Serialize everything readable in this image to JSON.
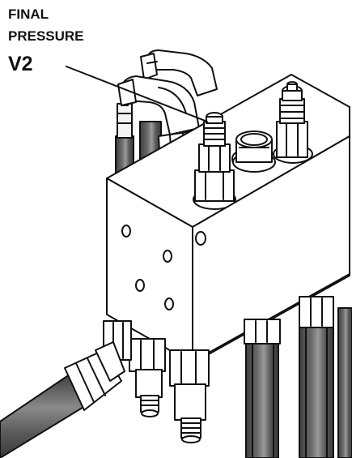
{
  "callout": {
    "heading_line1": "FINAL",
    "heading_line2": "PRESSURE",
    "valve_id": "V2"
  },
  "colors": {
    "ink": "#111111",
    "hose": "#5e5e5e",
    "hose_dark": "#474747",
    "block": "#ffffff",
    "metal": "#f4f4f4"
  },
  "icons": [
    "hydraulic-manifold-block",
    "pressure-valve-cartridge",
    "hose-fitting",
    "elbow-fitting",
    "port-plug"
  ]
}
